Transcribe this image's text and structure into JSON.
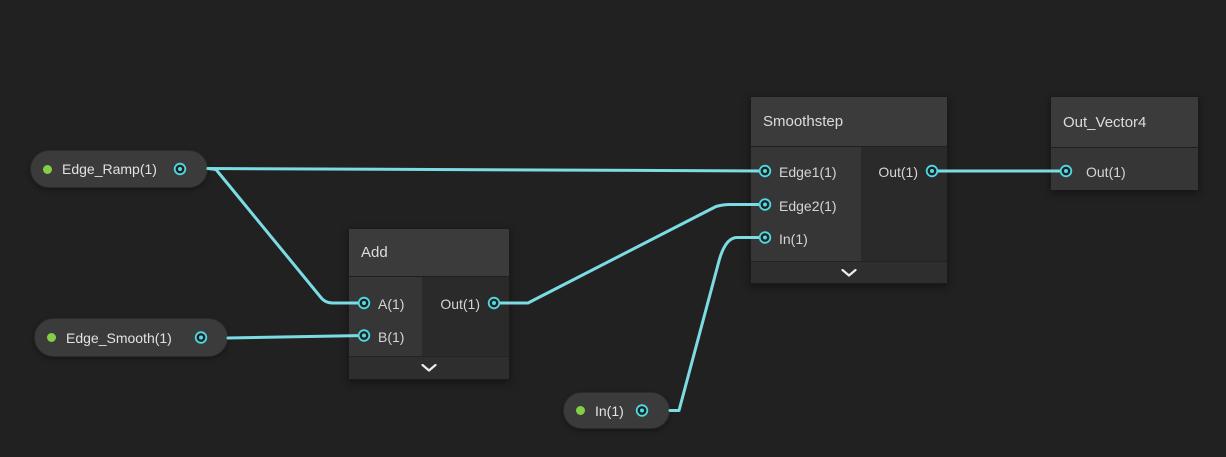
{
  "app": {
    "kind": "shader-graph-editor"
  },
  "colors": {
    "canvas_bg": "#212121",
    "wire": "#7bdce3",
    "port_ring": "#4fd9e3",
    "property_dot": "#84cf47",
    "node_header_bg": "#3b3b3b",
    "node_body_bg": "#2a2a2a"
  },
  "nodes": {
    "edge_ramp": {
      "type": "property",
      "label": "Edge_Ramp(1)"
    },
    "edge_smooth": {
      "type": "property",
      "label": "Edge_Smooth(1)"
    },
    "in_property": {
      "type": "property",
      "label": "In(1)"
    },
    "add": {
      "title": "Add",
      "inputs": [
        "A(1)",
        "B(1)"
      ],
      "outputs": [
        "Out(1)"
      ]
    },
    "smoothstep": {
      "title": "Smoothstep",
      "inputs": [
        "Edge1(1)",
        "Edge2(1)",
        "In(1)"
      ],
      "outputs": [
        "Out(1)"
      ]
    },
    "out_vector4": {
      "title": "Out_Vector4",
      "inputs": [
        "Out(1)"
      ],
      "outputs": []
    }
  },
  "connections": [
    {
      "from": "Edge_Ramp(1)",
      "to": "Smoothstep.Edge1(1)"
    },
    {
      "from": "Edge_Ramp(1)",
      "to": "Add.A(1)"
    },
    {
      "from": "Edge_Smooth(1)",
      "to": "Add.B(1)"
    },
    {
      "from": "Add.Out(1)",
      "to": "Smoothstep.Edge2(1)"
    },
    {
      "from": "In(1)",
      "to": "Smoothstep.In(1)"
    },
    {
      "from": "Smoothstep.Out(1)",
      "to": "Out_Vector4.Out(1)"
    }
  ]
}
